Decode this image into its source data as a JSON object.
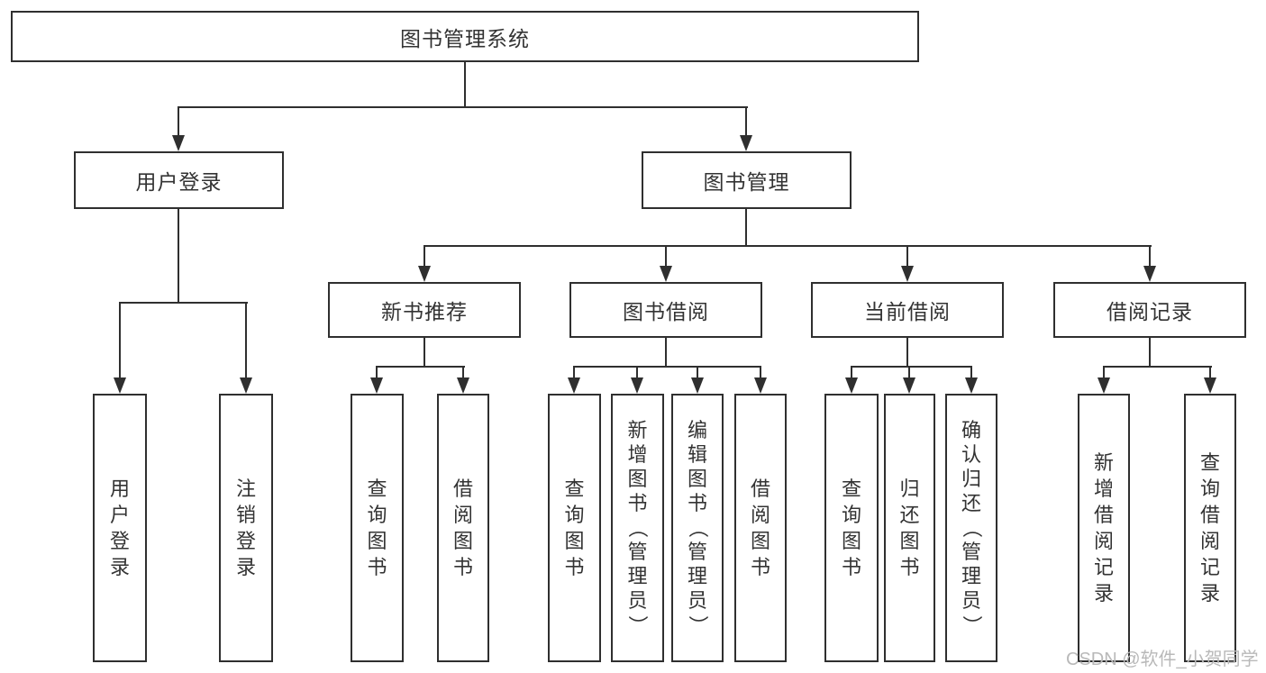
{
  "colors": {
    "line": "#2f2f2f",
    "text": "#333333",
    "watermark": "#b9b9b9",
    "background": "#ffffff"
  },
  "nodes": {
    "root": {
      "label": "图书管理系统"
    },
    "user_login": {
      "label": "用户登录"
    },
    "book_mgmt": {
      "label": "图书管理"
    },
    "new_book": {
      "label": "新书推荐"
    },
    "book_borrow": {
      "label": "图书借阅"
    },
    "current_borrow": {
      "label": "当前借阅"
    },
    "borrow_record": {
      "label": "借阅记录"
    }
  },
  "leaves": {
    "user_login": [
      "用户登录",
      "注销登录"
    ],
    "new_book": [
      "查询图书",
      "借阅图书"
    ],
    "book_borrow": [
      "查询图书",
      "新增图书（管理员）",
      "编辑图书（管理员）",
      "借阅图书"
    ],
    "current_borrow": [
      "查询图书",
      "归还图书",
      "确认归还（管理员）"
    ],
    "borrow_record": [
      "新增借阅记录",
      "查询借阅记录"
    ]
  },
  "watermark": "CSDN @软件_小贺同学"
}
